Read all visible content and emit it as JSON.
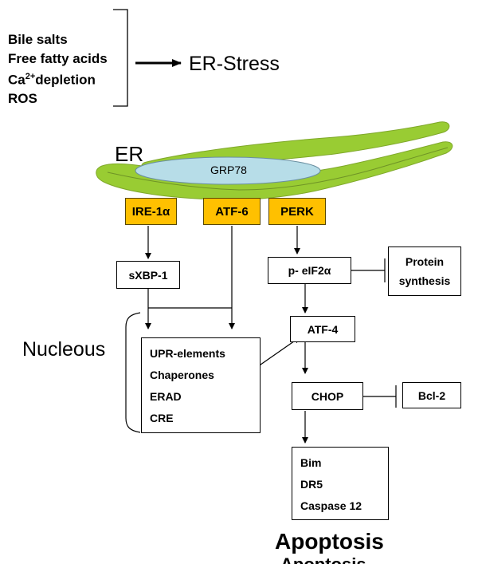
{
  "stimuli": {
    "bile_salts": "Bile salts",
    "free_fatty_acids": "Free fatty acids",
    "ca_base": "Ca",
    "ca_sup": "2+",
    "ca_rest": "depletion",
    "ros": "ROS"
  },
  "er_stress_label": "ER-Stress",
  "er_label": "ER",
  "grp78_label": "GRP78",
  "sensors": {
    "ire1a": "IRE-1α",
    "atf6": "ATF-6",
    "perk": "PERK"
  },
  "sxbp1_label": "sXBP-1",
  "peif2a_label": "p- eIF2α",
  "protein_synthesis": [
    "Protein",
    "synthesis"
  ],
  "atf4_label": "ATF-4",
  "nucleus_label": "Nucleous",
  "nucleus_targets": [
    "UPR-elements",
    "Chaperones",
    "ERAD",
    "CRE"
  ],
  "chop_label": "CHOP",
  "bcl2_label": "Bcl-2",
  "apoptosis_targets": [
    "Bim",
    "DR5",
    "Caspase 12"
  ],
  "outcome_label": "Apoptosis",
  "colors": {
    "er_membrane": "#99cc33",
    "grp78_fill": "#b7dde8",
    "sensor_fill": "#ffc000"
  }
}
